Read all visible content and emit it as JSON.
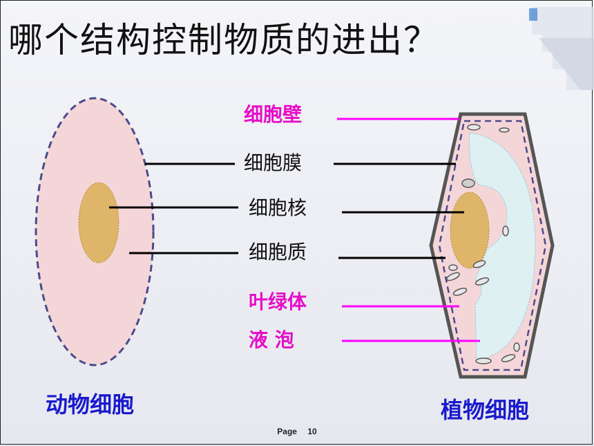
{
  "title": "哪个结构控制物质的进出？",
  "labels": {
    "cell_wall": "细胞壁",
    "cell_membrane": "细胞膜",
    "nucleus": "细胞核",
    "cytoplasm": "细胞质",
    "chloroplast": "叶绿体",
    "vacuole": "液 泡"
  },
  "captions": {
    "animal_cell": "动物细胞",
    "plant_cell": "植物细胞"
  },
  "footer": {
    "page_label": "Page",
    "page_number": "10"
  },
  "colors": {
    "pink_label": "#e60ec8",
    "caption_blue": "#1a1acc",
    "cell_fill": "#f5d6d8",
    "nucleus_fill": "#dfb56a",
    "vacuole_fill": "#dff0f2",
    "membrane_dash": "#4a4a8a"
  }
}
